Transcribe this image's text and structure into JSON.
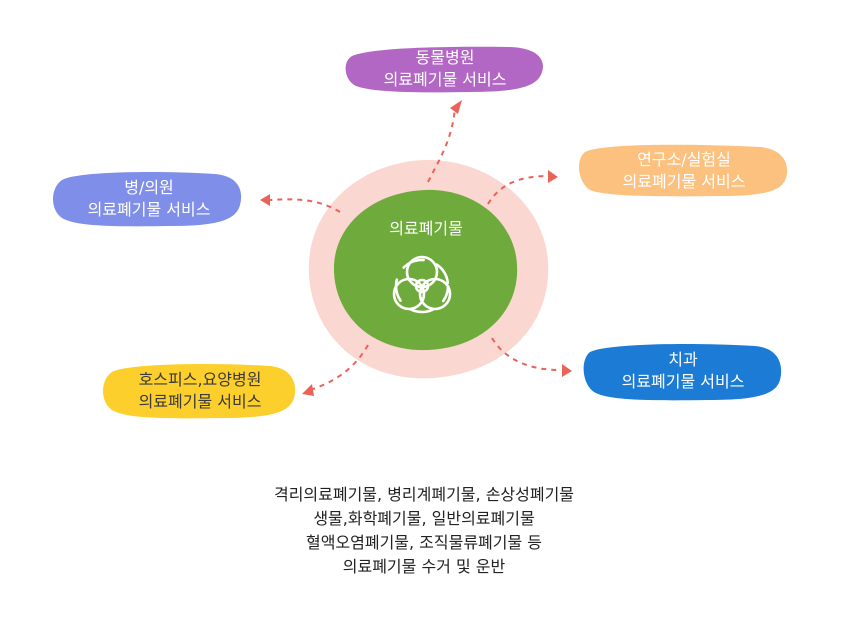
{
  "center": {
    "title": "의료폐기물",
    "icon": "biohazard-icon",
    "color": "#6fab3c",
    "halo_color": "#fbd7d2"
  },
  "nodes": [
    {
      "id": "animal",
      "lines": [
        "동물병원",
        "의료폐기물 서비스"
      ],
      "color": "#b367c5",
      "text_color": "#ffffff"
    },
    {
      "id": "lab",
      "lines": [
        "연구소/실험실",
        "의료폐기물 서비스"
      ],
      "color": "#fcc07f",
      "text_color": "#ffffff"
    },
    {
      "id": "clinic",
      "lines": [
        "병/의원",
        "의료폐기물 서비스"
      ],
      "color": "#7f8ee8",
      "text_color": "#ffffff"
    },
    {
      "id": "hospice",
      "lines": [
        "호스피스,요양병원",
        "의료폐기물 서비스"
      ],
      "color": "#fccf2c",
      "text_color": "#3a3a3a"
    },
    {
      "id": "dental",
      "lines": [
        "치과",
        "의료폐기물 서비스"
      ],
      "color": "#1c7cd5",
      "text_color": "#ffffff"
    }
  ],
  "arrow_color": "#e8645a",
  "description": [
    "격리의료폐기물, 병리계폐기물, 손상성폐기물",
    "생물,화학폐기물, 일반의료폐기물",
    "혈액오염폐기물, 조직물류폐기물 등",
    "의료폐기물 수거 및 운반"
  ]
}
